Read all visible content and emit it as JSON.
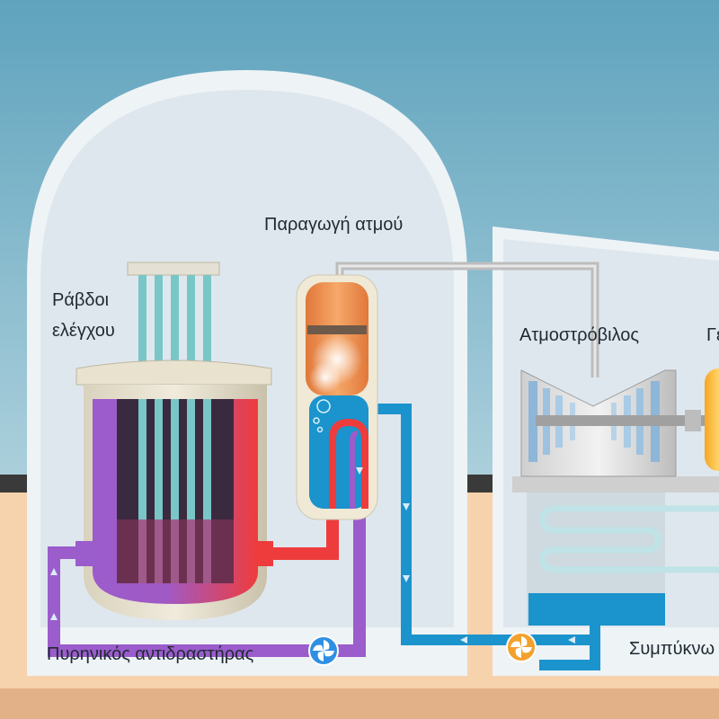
{
  "labels": {
    "control_rods": [
      "Ράβδοι",
      "ελέγχου"
    ],
    "steam_generation": "Παραγωγή ατμού",
    "turbine": "Ατμοστρόβιλος",
    "generator_partial": "Γε",
    "reactor": "Πυρηνικός αντιδραστήρας",
    "condenser_partial": "Συμπύκνω"
  },
  "colors": {
    "sky_top": "#5fa3bd",
    "sky_bottom": "#c4dde4",
    "ground": "#f7d3ad",
    "ground_strip": "#e2b188",
    "dark_band": "#3a3a3a",
    "hot_loop": "#ee3c3c",
    "cold_loop": "#9b5ccc",
    "feedwater": "#1b93cc",
    "steam_pipe": "#bdbdbd",
    "steam": "#ec8a4b",
    "pump_reactor": "#2f8fe3",
    "pump_feed": "#f2a12e",
    "generator": "#f5a623"
  },
  "icons": {
    "reactor_pump": "pump-fan-icon",
    "feed_pump": "pump-fan-icon"
  }
}
